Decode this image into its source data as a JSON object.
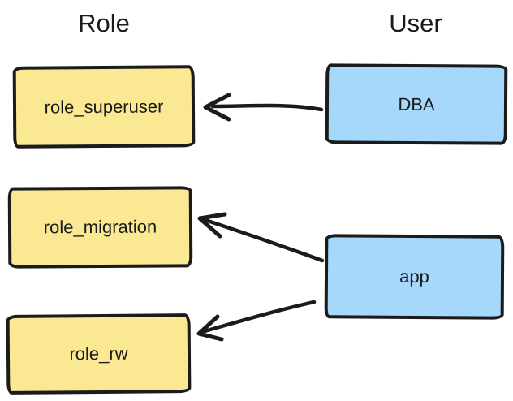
{
  "headings": {
    "role": "Role",
    "user": "User"
  },
  "roles": [
    {
      "label": "role_superuser"
    },
    {
      "label": "role_migration"
    },
    {
      "label": "role_rw"
    }
  ],
  "users": [
    {
      "label": "DBA"
    },
    {
      "label": "app"
    }
  ],
  "edges": [
    {
      "from": "DBA",
      "to": "role_superuser"
    },
    {
      "from": "app",
      "to": "role_migration"
    },
    {
      "from": "app",
      "to": "role_rw"
    }
  ],
  "colors": {
    "role_fill": "#fae892",
    "user_fill": "#a5d8fa",
    "stroke": "#1b1b1b",
    "background": "#ffffff"
  }
}
